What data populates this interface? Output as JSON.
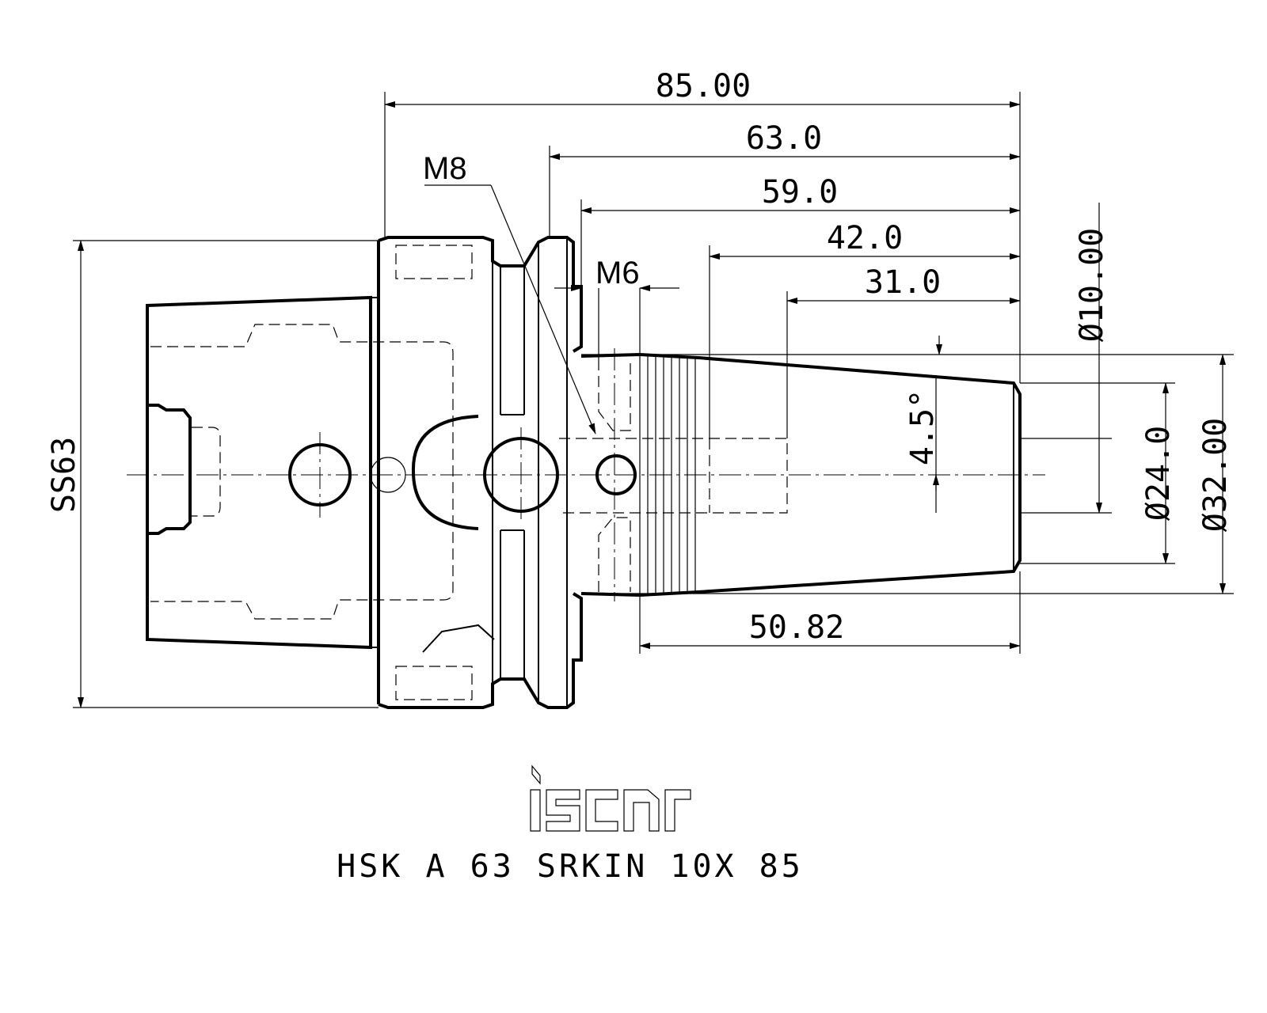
{
  "dimensions": {
    "overall_length": "85.00",
    "len_63": "63.0",
    "len_59": "59.0",
    "len_42": "42.0",
    "len_31": "31.0",
    "len_50_82": "50.82",
    "flange": "SS63",
    "dia_10": "Ø10.00",
    "dia_24": "Ø24.0",
    "dia_32": "Ø32.00",
    "taper_angle": "4.5°"
  },
  "callouts": {
    "thread_m8": "M8",
    "thread_m6": "M6"
  },
  "logo": {
    "text": "iscar"
  },
  "product": {
    "title": "HSK A 63 SRKIN 10X 85"
  }
}
